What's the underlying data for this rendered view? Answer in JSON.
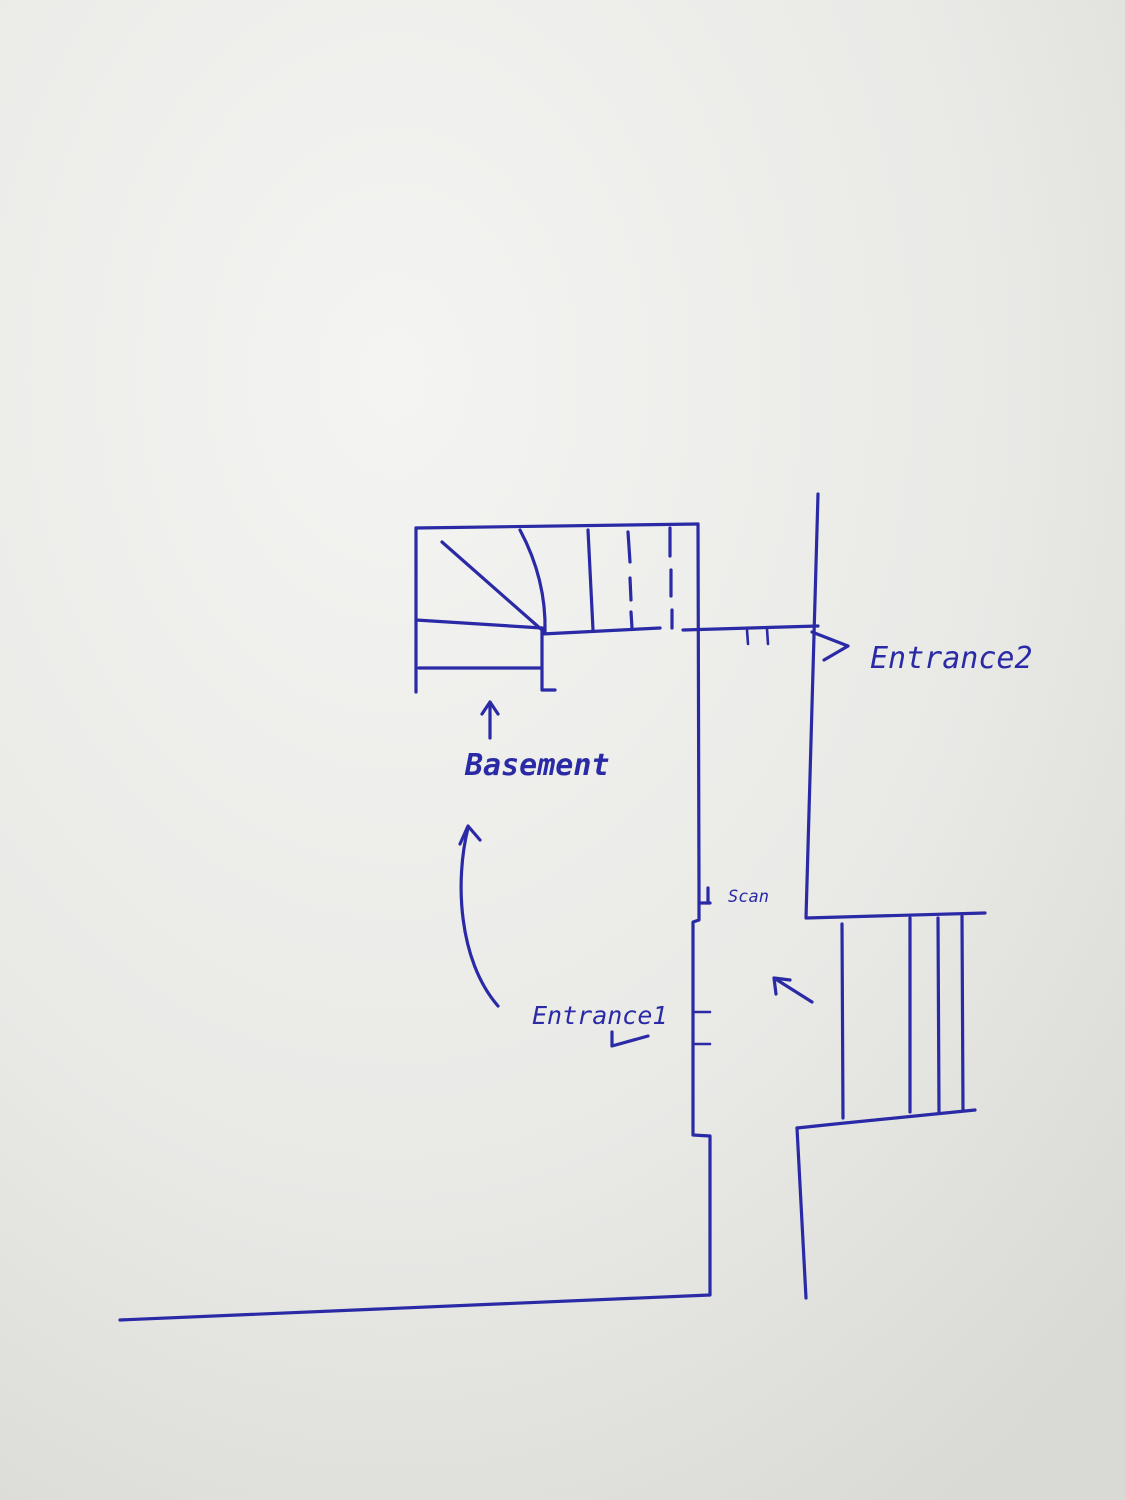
{
  "labels": {
    "entrance2": "Entrance2",
    "basement": "Basement",
    "scan": "Scan",
    "entrance1": "Entrance1"
  },
  "colors": {
    "ink": "#2a2aa6",
    "paper": "#ececea"
  }
}
